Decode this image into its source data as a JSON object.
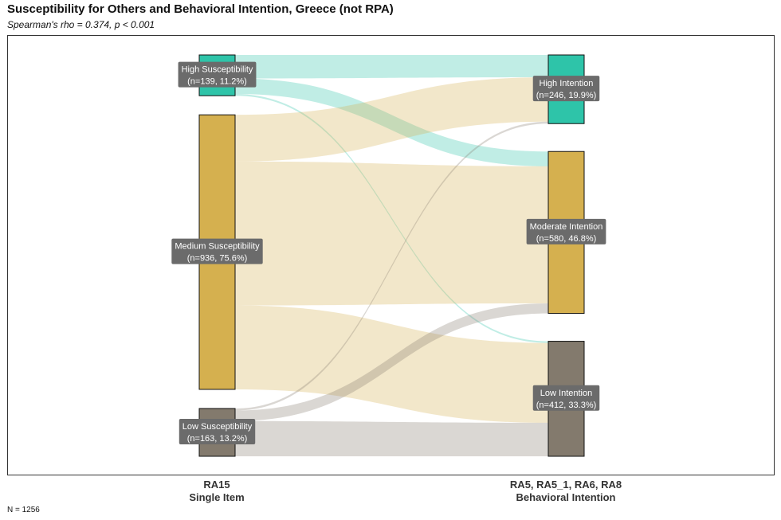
{
  "header": {
    "title": "Susceptibility for Others and Behavioral Intention, Greece (not RPA)",
    "subtitle": "Spearman's rho = 0.374, p < 0.001"
  },
  "axes": {
    "left": {
      "line1": "RA15",
      "line2": "Single Item"
    },
    "right": {
      "line1": "RA5, RA5_1, RA6, RA8",
      "line2": "Behavioral Intention"
    }
  },
  "caption": "N = 1256",
  "colors": {
    "high": "#2ec4a9",
    "medium": "#d5b04f",
    "low": "#837a6d",
    "label_bg": "#6b6b6b"
  },
  "chart_data": {
    "type": "sankey",
    "total": 1256,
    "left_nodes": [
      {
        "id": "hs",
        "label": "High Susceptibility",
        "count_label": "(n=139, 11.2%)",
        "n": 139,
        "color": "high"
      },
      {
        "id": "ms",
        "label": "Medium Susceptibility",
        "count_label": "(n=936, 75.6%)",
        "n": 936,
        "color": "medium"
      },
      {
        "id": "ls",
        "label": "Low Susceptibility",
        "count_label": "(n=163, 13.2%)",
        "n": 163,
        "color": "low"
      }
    ],
    "right_nodes": [
      {
        "id": "hi",
        "label": "High Intention",
        "count_label": "(n=246, 19.9%)",
        "n": 246,
        "color": "high"
      },
      {
        "id": "mi",
        "label": "Moderate Intention",
        "count_label": "(n=580, 46.8%)",
        "n": 580,
        "color": "medium"
      },
      {
        "id": "li",
        "label": "Low Intention",
        "count_label": "(n=412, 33.3%)",
        "n": 412,
        "color": "low"
      }
    ],
    "flows": [
      {
        "source": "hs",
        "target": "hi",
        "value": 80
      },
      {
        "source": "hs",
        "target": "mi",
        "value": 53
      },
      {
        "source": "hs",
        "target": "li",
        "value": 6
      },
      {
        "source": "ms",
        "target": "hi",
        "value": 159
      },
      {
        "source": "ms",
        "target": "mi",
        "value": 491
      },
      {
        "source": "ms",
        "target": "li",
        "value": 286
      },
      {
        "source": "ls",
        "target": "hi",
        "value": 7
      },
      {
        "source": "ls",
        "target": "mi",
        "value": 36
      },
      {
        "source": "ls",
        "target": "li",
        "value": 120
      }
    ]
  }
}
